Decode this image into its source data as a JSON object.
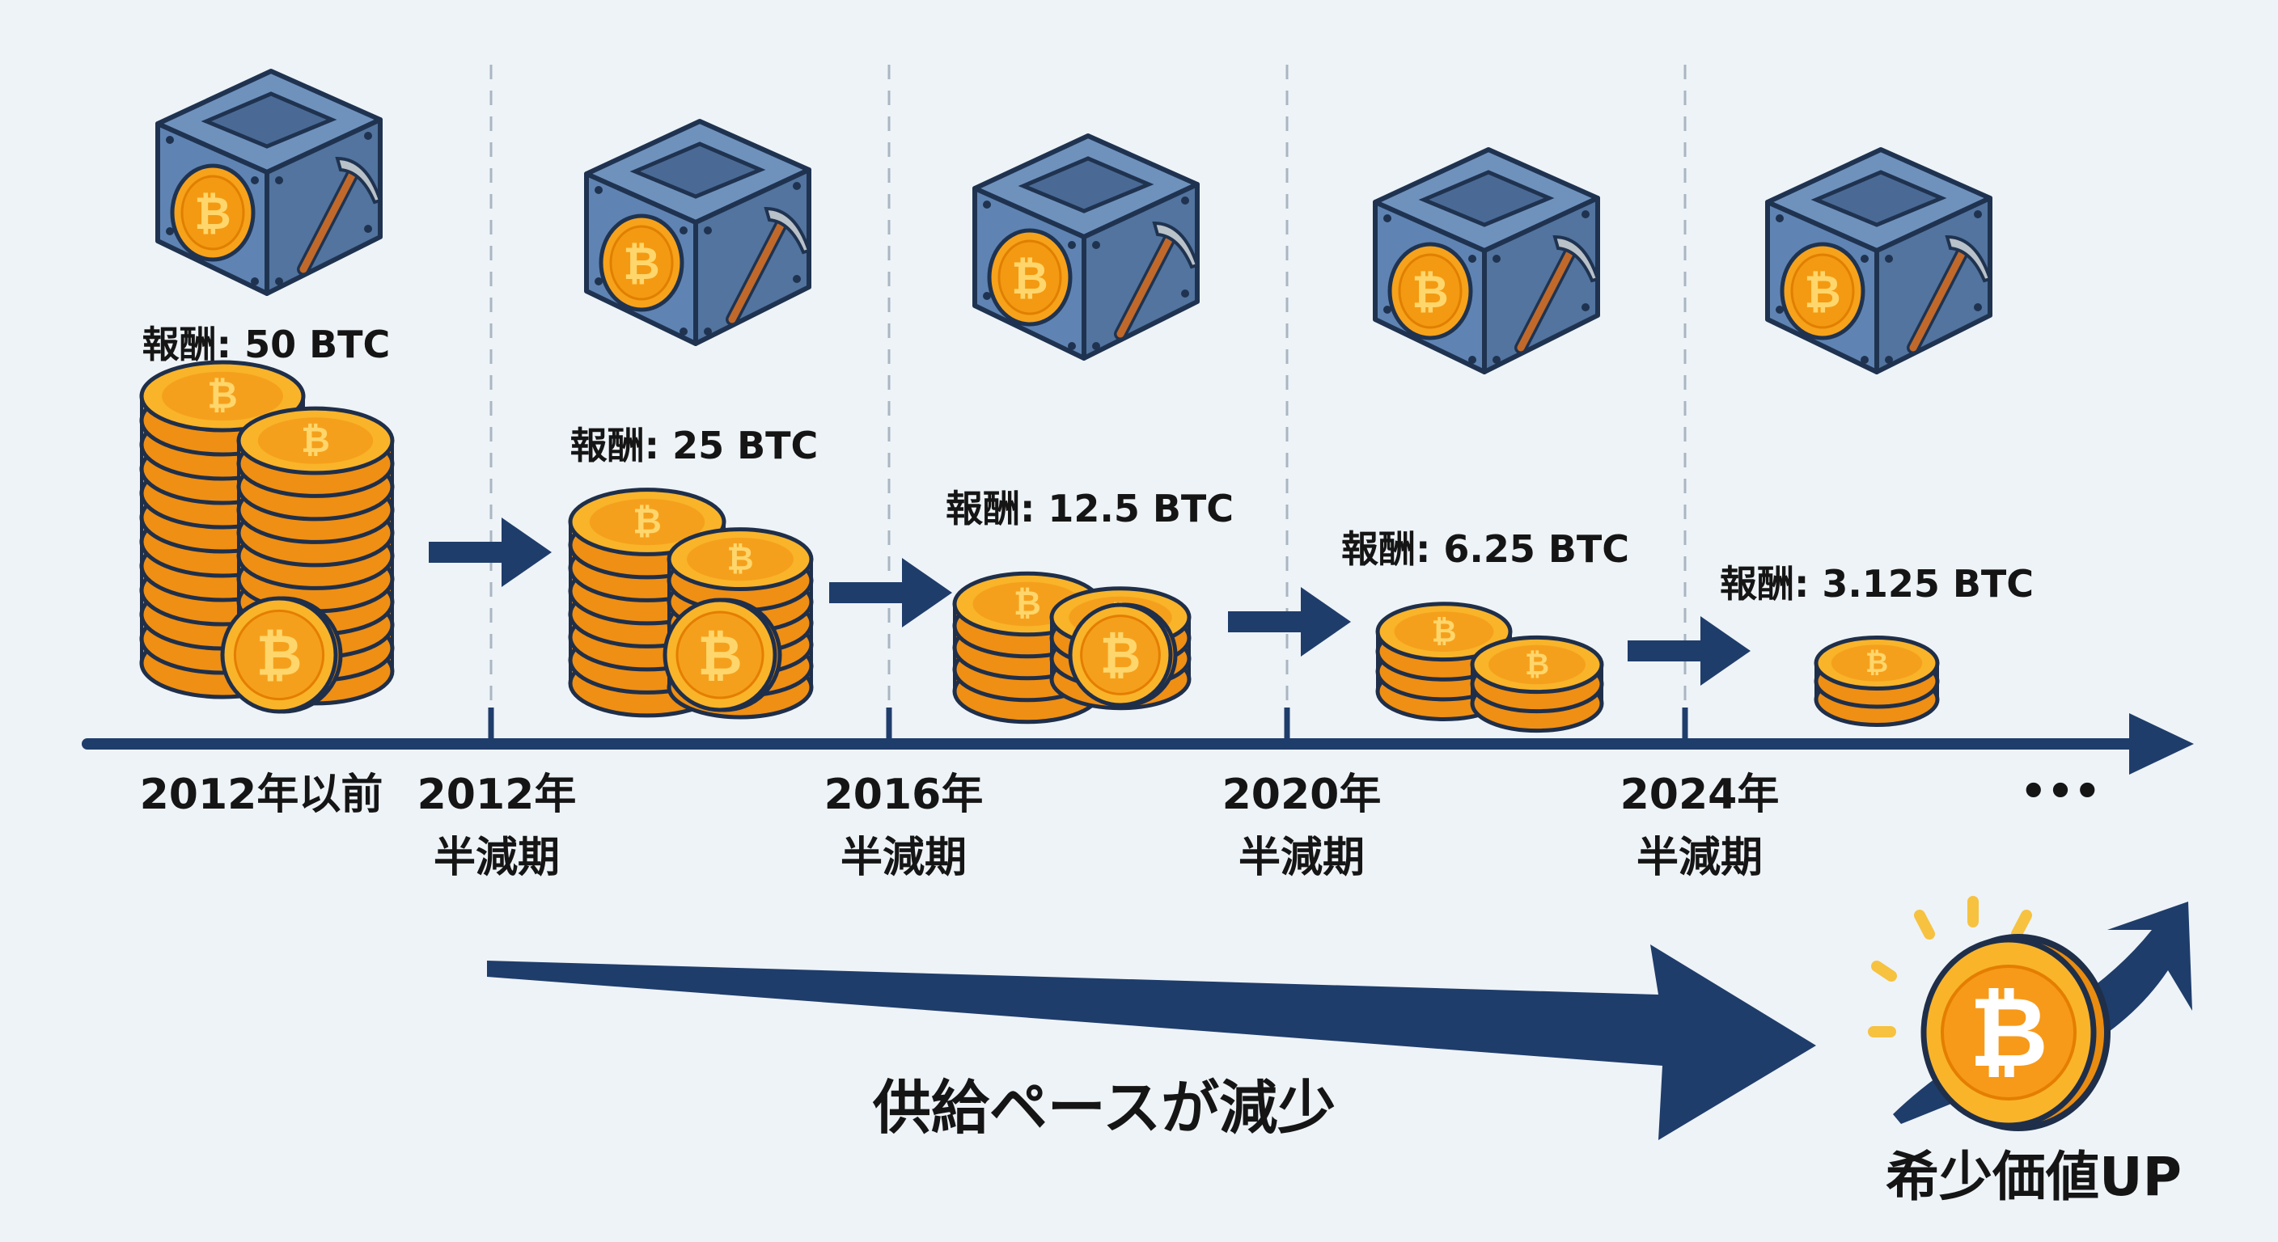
{
  "periods": [
    {
      "label": "2012年以前",
      "sub": "",
      "reward": "報酬: 50 BTC"
    },
    {
      "label": "2012年",
      "sub": "半減期",
      "reward": "報酬: 25 BTC"
    },
    {
      "label": "2016年",
      "sub": "半減期",
      "reward": "報酬: 12.5 BTC"
    },
    {
      "label": "2020年",
      "sub": "半減期",
      "reward": "報酬: 6.25 BTC"
    },
    {
      "label": "2024年",
      "sub": "半減期",
      "reward": "報酬: 3.125 BTC"
    }
  ],
  "continuation": "•••",
  "supply_caption": "供給ペースが減少",
  "scarcity_caption": "希少価値UP",
  "coin_symbol": "₿",
  "colors": {
    "background": "#eef3f7",
    "navy": "#1f3d6b",
    "coin": "#f7a21b",
    "box": "#5f84b3"
  }
}
